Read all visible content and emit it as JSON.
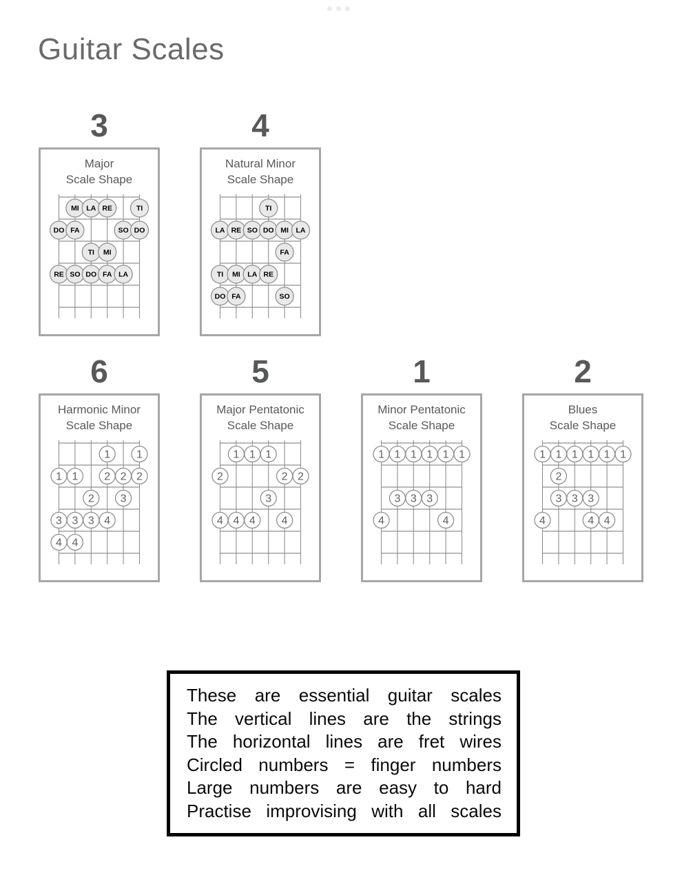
{
  "page": {
    "title": "Guitar Scales"
  },
  "colors": {
    "page_bg": "#ffffff",
    "title_text": "#6a6a6a",
    "rank_number": "#57585a",
    "card_border": "#a6a6a6",
    "card_title": "#595959",
    "grid_line": "#8f8f8f",
    "circle_stroke": "#909090",
    "solfege_fill": "#e9e9e9",
    "solfege_text": "#000000",
    "finger_fill": "#ffffff",
    "finger_text": "#606060",
    "legend_border": "#000000",
    "legend_text": "#0a0a0a",
    "window_dots": "#e9ebef"
  },
  "fretboard": {
    "strings": 6,
    "fret_lines": 6,
    "note_rows": 5
  },
  "scales": [
    {
      "rank": "3",
      "row": 1,
      "slug": "major",
      "title_line1": "Major",
      "title_line2": "Scale Shape",
      "note_style": "solfege",
      "notes": [
        {
          "fret": 1,
          "string": 2,
          "label": "MI"
        },
        {
          "fret": 1,
          "string": 3,
          "label": "LA"
        },
        {
          "fret": 1,
          "string": 4,
          "label": "RE"
        },
        {
          "fret": 1,
          "string": 6,
          "label": "TI"
        },
        {
          "fret": 2,
          "string": 1,
          "label": "DO"
        },
        {
          "fret": 2,
          "string": 2,
          "label": "FA"
        },
        {
          "fret": 2,
          "string": 5,
          "label": "SO"
        },
        {
          "fret": 2,
          "string": 6,
          "label": "DO"
        },
        {
          "fret": 3,
          "string": 3,
          "label": "TI"
        },
        {
          "fret": 3,
          "string": 4,
          "label": "MI"
        },
        {
          "fret": 4,
          "string": 1,
          "label": "RE"
        },
        {
          "fret": 4,
          "string": 2,
          "label": "SO"
        },
        {
          "fret": 4,
          "string": 3,
          "label": "DO"
        },
        {
          "fret": 4,
          "string": 4,
          "label": "FA"
        },
        {
          "fret": 4,
          "string": 5,
          "label": "LA"
        }
      ]
    },
    {
      "rank": "4",
      "row": 1,
      "slug": "natural-minor",
      "title_line1": "Natural Minor",
      "title_line2": "Scale Shape",
      "note_style": "solfege",
      "notes": [
        {
          "fret": 1,
          "string": 4,
          "label": "TI"
        },
        {
          "fret": 2,
          "string": 1,
          "label": "LA"
        },
        {
          "fret": 2,
          "string": 2,
          "label": "RE"
        },
        {
          "fret": 2,
          "string": 3,
          "label": "SO"
        },
        {
          "fret": 2,
          "string": 4,
          "label": "DO"
        },
        {
          "fret": 2,
          "string": 5,
          "label": "MI"
        },
        {
          "fret": 2,
          "string": 6,
          "label": "LA"
        },
        {
          "fret": 3,
          "string": 5,
          "label": "FA"
        },
        {
          "fret": 4,
          "string": 1,
          "label": "TI"
        },
        {
          "fret": 4,
          "string": 2,
          "label": "MI"
        },
        {
          "fret": 4,
          "string": 3,
          "label": "LA"
        },
        {
          "fret": 4,
          "string": 4,
          "label": "RE"
        },
        {
          "fret": 5,
          "string": 1,
          "label": "DO"
        },
        {
          "fret": 5,
          "string": 2,
          "label": "FA"
        },
        {
          "fret": 5,
          "string": 5,
          "label": "SO"
        }
      ]
    },
    {
      "rank": "6",
      "row": 2,
      "slug": "harmonic-minor",
      "title_line1": "Harmonic Minor",
      "title_line2": "Scale Shape",
      "note_style": "finger",
      "notes": [
        {
          "fret": 1,
          "string": 4,
          "label": "1"
        },
        {
          "fret": 1,
          "string": 6,
          "label": "1"
        },
        {
          "fret": 2,
          "string": 1,
          "label": "1"
        },
        {
          "fret": 2,
          "string": 2,
          "label": "1"
        },
        {
          "fret": 2,
          "string": 4,
          "label": "2"
        },
        {
          "fret": 2,
          "string": 5,
          "label": "2"
        },
        {
          "fret": 2,
          "string": 6,
          "label": "2"
        },
        {
          "fret": 3,
          "string": 3,
          "label": "2"
        },
        {
          "fret": 3,
          "string": 5,
          "label": "3"
        },
        {
          "fret": 4,
          "string": 1,
          "label": "3"
        },
        {
          "fret": 4,
          "string": 2,
          "label": "3"
        },
        {
          "fret": 4,
          "string": 3,
          "label": "3"
        },
        {
          "fret": 4,
          "string": 4,
          "label": "4"
        },
        {
          "fret": 5,
          "string": 1,
          "label": "4"
        },
        {
          "fret": 5,
          "string": 2,
          "label": "4"
        }
      ]
    },
    {
      "rank": "5",
      "row": 2,
      "slug": "major-pentatonic",
      "title_line1": "Major Pentatonic",
      "title_line2": "Scale Shape",
      "note_style": "finger",
      "notes": [
        {
          "fret": 1,
          "string": 2,
          "label": "1"
        },
        {
          "fret": 1,
          "string": 3,
          "label": "1"
        },
        {
          "fret": 1,
          "string": 4,
          "label": "1"
        },
        {
          "fret": 2,
          "string": 1,
          "label": "2"
        },
        {
          "fret": 2,
          "string": 5,
          "label": "2"
        },
        {
          "fret": 2,
          "string": 6,
          "label": "2"
        },
        {
          "fret": 3,
          "string": 4,
          "label": "3"
        },
        {
          "fret": 4,
          "string": 1,
          "label": "4"
        },
        {
          "fret": 4,
          "string": 2,
          "label": "4"
        },
        {
          "fret": 4,
          "string": 3,
          "label": "4"
        },
        {
          "fret": 4,
          "string": 5,
          "label": "4"
        }
      ]
    },
    {
      "rank": "1",
      "row": 2,
      "slug": "minor-pentatonic",
      "title_line1": "Minor Pentatonic",
      "title_line2": "Scale Shape",
      "note_style": "finger",
      "notes": [
        {
          "fret": 1,
          "string": 1,
          "label": "1"
        },
        {
          "fret": 1,
          "string": 2,
          "label": "1"
        },
        {
          "fret": 1,
          "string": 3,
          "label": "1"
        },
        {
          "fret": 1,
          "string": 4,
          "label": "1"
        },
        {
          "fret": 1,
          "string": 5,
          "label": "1"
        },
        {
          "fret": 1,
          "string": 6,
          "label": "1"
        },
        {
          "fret": 3,
          "string": 2,
          "label": "3"
        },
        {
          "fret": 3,
          "string": 3,
          "label": "3"
        },
        {
          "fret": 3,
          "string": 4,
          "label": "3"
        },
        {
          "fret": 4,
          "string": 1,
          "label": "4"
        },
        {
          "fret": 4,
          "string": 5,
          "label": "4"
        }
      ]
    },
    {
      "rank": "2",
      "row": 2,
      "slug": "blues",
      "title_line1": "Blues",
      "title_line2": "Scale Shape",
      "note_style": "finger",
      "notes": [
        {
          "fret": 1,
          "string": 1,
          "label": "1"
        },
        {
          "fret": 1,
          "string": 2,
          "label": "1"
        },
        {
          "fret": 1,
          "string": 3,
          "label": "1"
        },
        {
          "fret": 1,
          "string": 4,
          "label": "1"
        },
        {
          "fret": 1,
          "string": 5,
          "label": "1"
        },
        {
          "fret": 1,
          "string": 6,
          "label": "1"
        },
        {
          "fret": 2,
          "string": 2,
          "label": "2"
        },
        {
          "fret": 3,
          "string": 2,
          "label": "3"
        },
        {
          "fret": 3,
          "string": 3,
          "label": "3"
        },
        {
          "fret": 3,
          "string": 4,
          "label": "3"
        },
        {
          "fret": 4,
          "string": 1,
          "label": "4"
        },
        {
          "fret": 4,
          "string": 4,
          "label": "4"
        },
        {
          "fret": 4,
          "string": 5,
          "label": "4"
        }
      ]
    }
  ],
  "legend_box": {
    "lines": [
      "These are essential guitar scales",
      "The vertical lines are the strings",
      "The horizontal lines are fret wires",
      "Circled numbers = finger numbers",
      "Large numbers are easy to hard",
      "Practise improvising with all scales"
    ]
  }
}
